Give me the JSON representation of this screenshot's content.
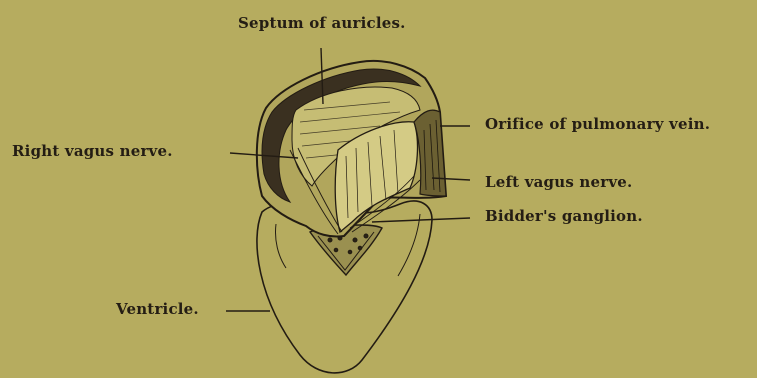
{
  "labels": {
    "septum": "Septum of auricles.",
    "orifice": "Orifice of pulmonary vein.",
    "right_vagus": "Right vagus nerve.",
    "left_vagus": "Left vagus nerve.",
    "bidder": "Bidder's ganglion.",
    "ventricle": "Ventricle."
  },
  "colors": {
    "background": "#b6ac5f",
    "ink": "#1f1a12"
  }
}
